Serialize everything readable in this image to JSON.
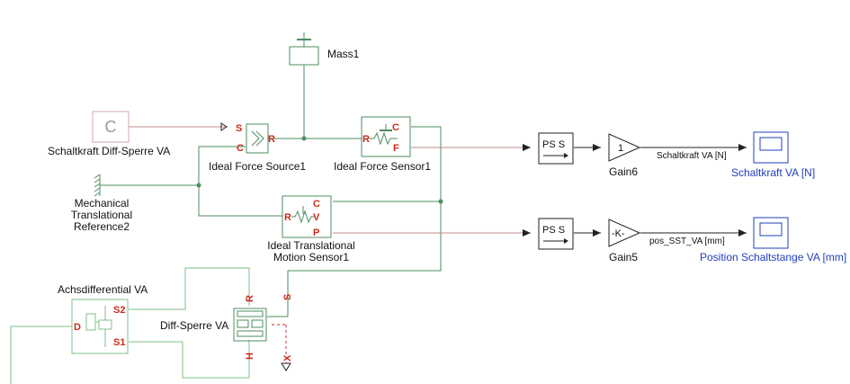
{
  "blocks": {
    "mass": "Mass1",
    "schaltkraft_source": "Schaltkraft Diff-Sperre VA",
    "ideal_force_source": "Ideal Force Source1",
    "ideal_force_sensor": "Ideal Force Sensor1",
    "mech_ref_line1": "Mechanical",
    "mech_ref_line2": "Translational",
    "mech_ref_line3": "Reference2",
    "motion_sensor_line1": "Ideal Translational",
    "motion_sensor_line2": "Motion Sensor1",
    "gain6": "Gain6",
    "gain5": "Gain5",
    "achsdifferential": "Achsdifferential VA",
    "diff_sperre": "Diff-Sperre VA",
    "scope_force": "Schaltkraft VA [N]",
    "scope_position": "Position Schaltstange VA [mm]"
  },
  "block_text": {
    "gain6_value": "1",
    "gain5_value": "-K-",
    "ps_s": "PS  S",
    "source_icon": "C"
  },
  "signals": {
    "force_signal": "Schaltkraft VA [N]",
    "position_signal": "pos_SST_VA [mm]"
  },
  "ports": {
    "S": "S",
    "C": "C",
    "R": "R",
    "F": "F",
    "V": "V",
    "P": "P",
    "S1": "S1",
    "S2": "S2",
    "D": "D",
    "H": "H",
    "X": "X"
  },
  "colors": {
    "physical_line": "#4d8c5f",
    "signal_line": "#c08b8b",
    "port_red": "#cc2a1a",
    "scope_blue": "#1f3fbf",
    "block_green": "#7fbf86"
  }
}
